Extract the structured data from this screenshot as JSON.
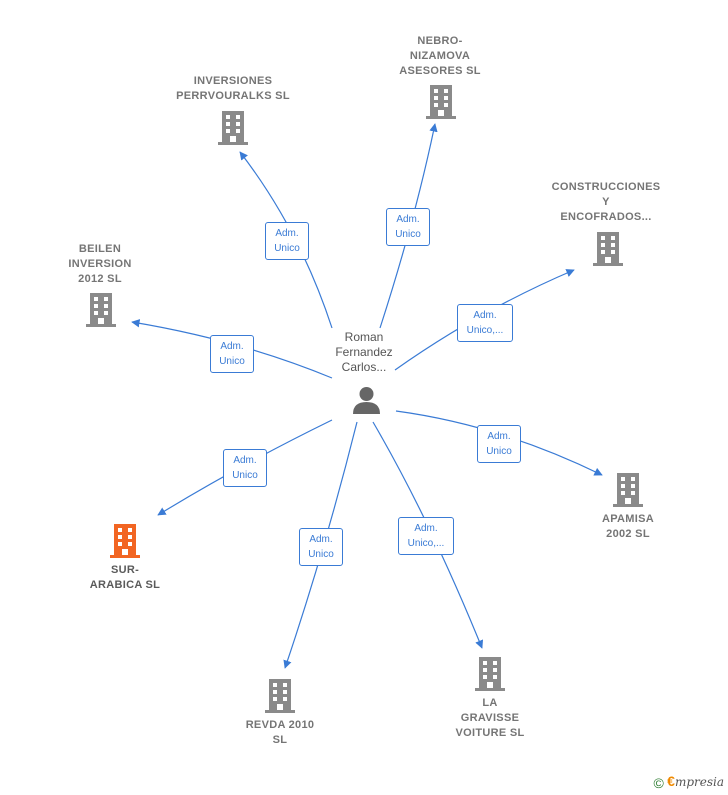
{
  "colors": {
    "edge": "#3a7bd5",
    "building": "#8a8a8a",
    "building_highlight": "#f26522",
    "person": "#666666"
  },
  "center": {
    "name": "Roman\nFernandez\nCarlos...",
    "icon": "person-icon"
  },
  "companies": [
    {
      "id": "inversiones",
      "name": "INVERSIONES\nPERRVOURALKS SL",
      "highlight": false,
      "role": "Adm.\nUnico"
    },
    {
      "id": "nebro",
      "name": "NEBRO-\nNIZAMOVA\nASESORES SL",
      "highlight": false,
      "role": "Adm.\nUnico"
    },
    {
      "id": "construcciones",
      "name": "CONSTRUCCIONES\nY\nENCOFRADOS...",
      "highlight": false,
      "role": "Adm.\nUnico,..."
    },
    {
      "id": "beilen",
      "name": "BEILEN\nINVERSION\n2012 SL",
      "highlight": false,
      "role": "Adm.\nUnico"
    },
    {
      "id": "apamisa",
      "name": "APAMISA\n2002 SL",
      "highlight": false,
      "role": "Adm.\nUnico"
    },
    {
      "id": "sur",
      "name": "SUR-\nARABICA SL",
      "highlight": true,
      "role": "Adm.\nUnico"
    },
    {
      "id": "revda",
      "name": "REVDA 2010\nSL",
      "highlight": false,
      "role": "Adm.\nUnico"
    },
    {
      "id": "gravisse",
      "name": "LA\nGRAVISSE\nVOITURE SL",
      "highlight": false,
      "role": "Adm.\nUnico,..."
    }
  ],
  "footer": {
    "copyright": "©",
    "brand_initial": "€",
    "brand_rest": "mpresia"
  }
}
